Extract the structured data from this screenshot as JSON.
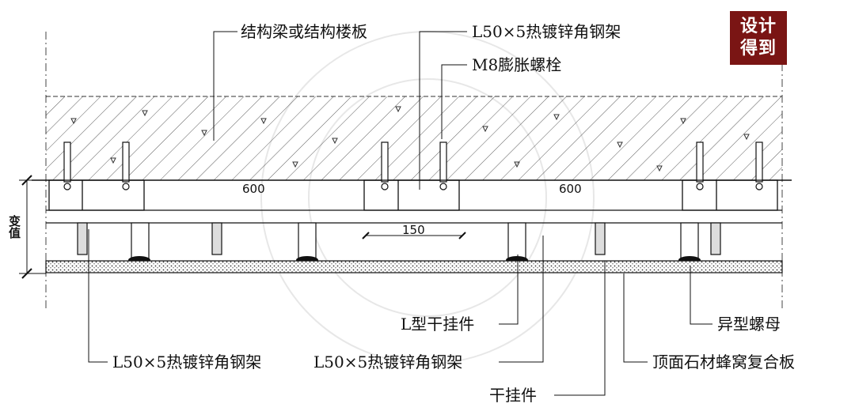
{
  "logo": {
    "line1": "设计",
    "line2": "得到"
  },
  "labels": {
    "structure_slab": "结构梁或结构楼板",
    "steel_angle_top": "L50×5热镀锌角钢架",
    "expansion_bolt": "M8膨胀螺栓",
    "l_hanger": "L型干挂件",
    "special_nut": "异型螺母",
    "steel_angle_left": "L50×5热镀锌角钢架",
    "steel_angle_mid": "L50×5热镀锌角钢架",
    "honeycomb_panel": "顶面石材蜂窝复合板",
    "dry_hanger": "干挂件"
  },
  "dimensions": {
    "span_left": "600",
    "span_right": "600",
    "offset": "150",
    "variable": "变值"
  },
  "colors": {
    "logo_bg": "#7a1514",
    "line": "#111111",
    "watermark": "#d0d0d0"
  }
}
